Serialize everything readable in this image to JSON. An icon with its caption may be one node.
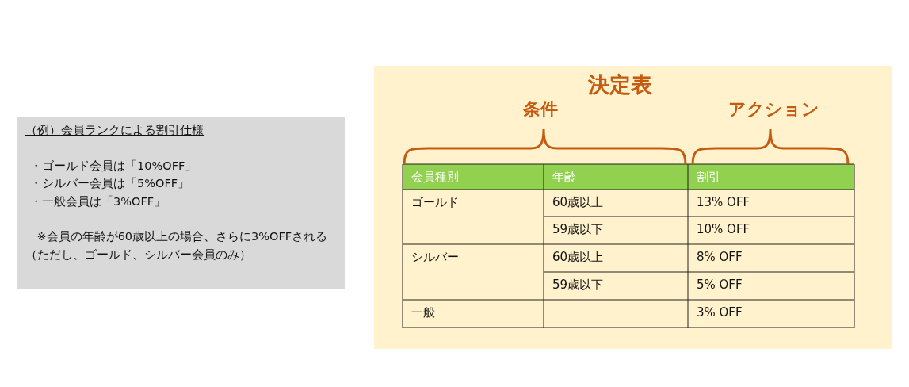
{
  "diagram": {
    "nodes": [
      {
        "text": [
          "（例）会員ランクによる割引仕様",
          "・ゴールド会員は「10%OFF」",
          "・シルバー会員は「5%OFF」",
          "・一般会員は「3%OFF」",
          "※会員の年齢が60歳以上の場合、さらに3%OFFされる（ただし、ゴールド、シルバー会員のみ）"
        ]
      },
      {
        "text": [
          "決定表"
        ]
      }
    ],
    "edges": [],
    "labels": [
      "条件",
      "アクション",
      "会員種別",
      "年齢",
      "割引",
      "ゴールド",
      "60歳以上",
      "13% OFF",
      "59歳以下",
      "10% OFF",
      "シルバー",
      "60歳以上",
      "8% OFF",
      "59歳以下",
      "5% OFF",
      "一般",
      "3% OFF"
    ]
  }
}
